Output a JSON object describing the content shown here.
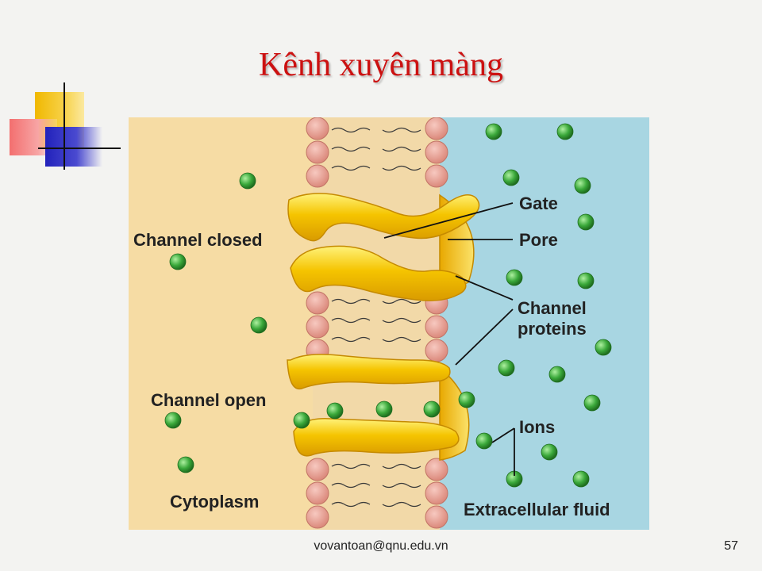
{
  "slide": {
    "title": "Kênh xuyên màng",
    "footer_email": "vovantoan@qnu.edu.vn",
    "page_number": "57"
  },
  "diagram": {
    "labels": {
      "channel_closed": "Channel closed",
      "channel_open": "Channel open",
      "cytoplasm": "Cytoplasm",
      "gate": "Gate",
      "pore": "Pore",
      "channel_proteins_line1": "Channel",
      "channel_proteins_line2": "proteins",
      "ions": "Ions",
      "extracellular_fluid": "Extracellular fluid"
    },
    "colors": {
      "cytoplasm": "#f6dca4",
      "extracellular": "#a8d6e2",
      "lipid_head": "#eaa396",
      "protein": "#f5c400",
      "ion": "#3aa83a",
      "title": "#cc1111"
    }
  }
}
